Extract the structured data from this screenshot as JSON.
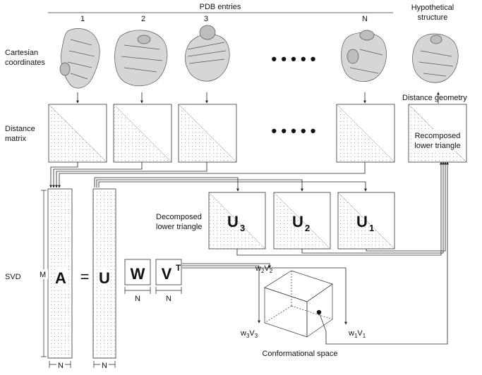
{
  "header": {
    "pdb_entries": "PDB entries"
  },
  "entry_indices": [
    "1",
    "2",
    "3",
    "N"
  ],
  "hypothetical": {
    "line1": "Hypothetical",
    "line2": "structure"
  },
  "row_labels": {
    "cartesian_1": "Cartesian",
    "cartesian_2": "coordinates",
    "distance_1": "Distance",
    "distance_2": "matrix",
    "decomposed_1": "Decomposed",
    "decomposed_2": "lower triangle",
    "svd": "SVD"
  },
  "distance_geometry": "Distance geometry",
  "recomposed": {
    "line1": "Recomposed",
    "line2": "lower triangle"
  },
  "ellipsis": "• • • • •",
  "equation": {
    "A": "A",
    "equals": "=",
    "U": "U",
    "W": "W",
    "V": "V",
    "T": "T"
  },
  "u_boxes": [
    {
      "letter": "U",
      "sub": "3"
    },
    {
      "letter": "U",
      "sub": "2"
    },
    {
      "letter": "U",
      "sub": "1"
    }
  ],
  "dimension_labels": {
    "M": "M",
    "N": "N"
  },
  "axes": {
    "w2v2": {
      "w": "w",
      "ws": "2",
      "v": "V",
      "vs": "2"
    },
    "w3v3": {
      "w": "w",
      "ws": "3",
      "v": "V",
      "vs": "3"
    },
    "w1v1": {
      "w": "w",
      "ws": "1",
      "v": "V",
      "vs": "1"
    }
  },
  "conformational_space": "Conformational space"
}
